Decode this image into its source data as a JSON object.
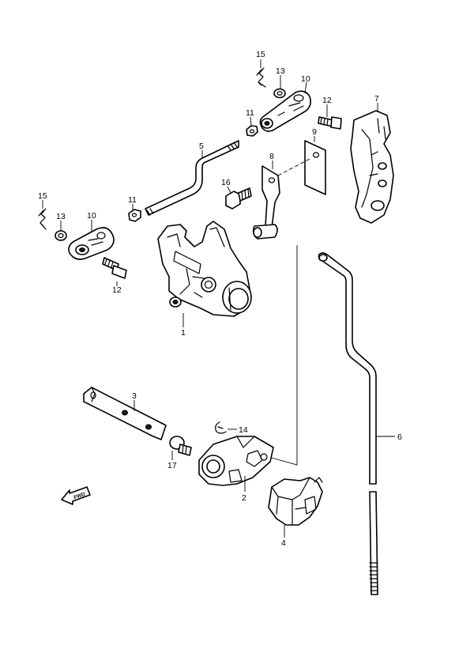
{
  "callouts": {
    "c1": "1",
    "c2": "2",
    "c3": "3",
    "c4": "4",
    "c5": "5",
    "c6": "6",
    "c7": "7",
    "c8": "8",
    "c9": "9",
    "c10a": "10",
    "c10b": "10",
    "c11a": "11",
    "c11b": "11",
    "c12a": "12",
    "c12b": "12",
    "c13a": "13",
    "c13b": "13",
    "c14": "14",
    "c15a": "15",
    "c15b": "15",
    "c16": "16",
    "c17": "17"
  },
  "fwd_label": "FWD"
}
